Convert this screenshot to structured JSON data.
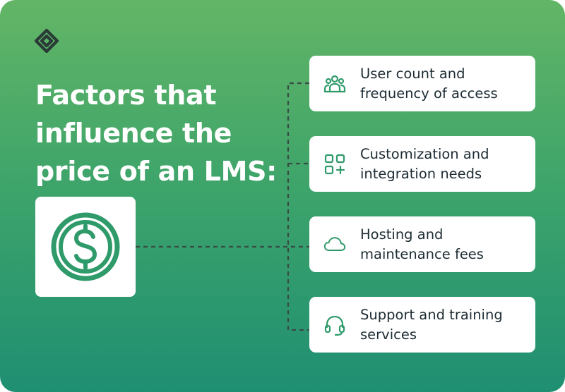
{
  "title": {
    "lines": [
      "Factors that",
      "influence the",
      "price of an LMS:"
    ]
  },
  "central_icon": "dollar-circle-icon",
  "factors": [
    {
      "icon": "users-group-icon",
      "lines": [
        "User count and",
        "frequency of access"
      ]
    },
    {
      "icon": "apps-add-icon",
      "lines": [
        "Customization and",
        "integration needs"
      ]
    },
    {
      "icon": "cloud-icon",
      "lines": [
        "Hosting and",
        "maintenance fees"
      ]
    },
    {
      "icon": "headset-icon",
      "lines": [
        "Support and training",
        "services"
      ]
    }
  ],
  "colors": {
    "gradient_top": "#63b566",
    "gradient_bottom": "#1f8f72",
    "icon_green": "#2f9a6a",
    "connector": "#3a4a44",
    "card": "#ffffff",
    "text_dark": "#1c2b33"
  }
}
